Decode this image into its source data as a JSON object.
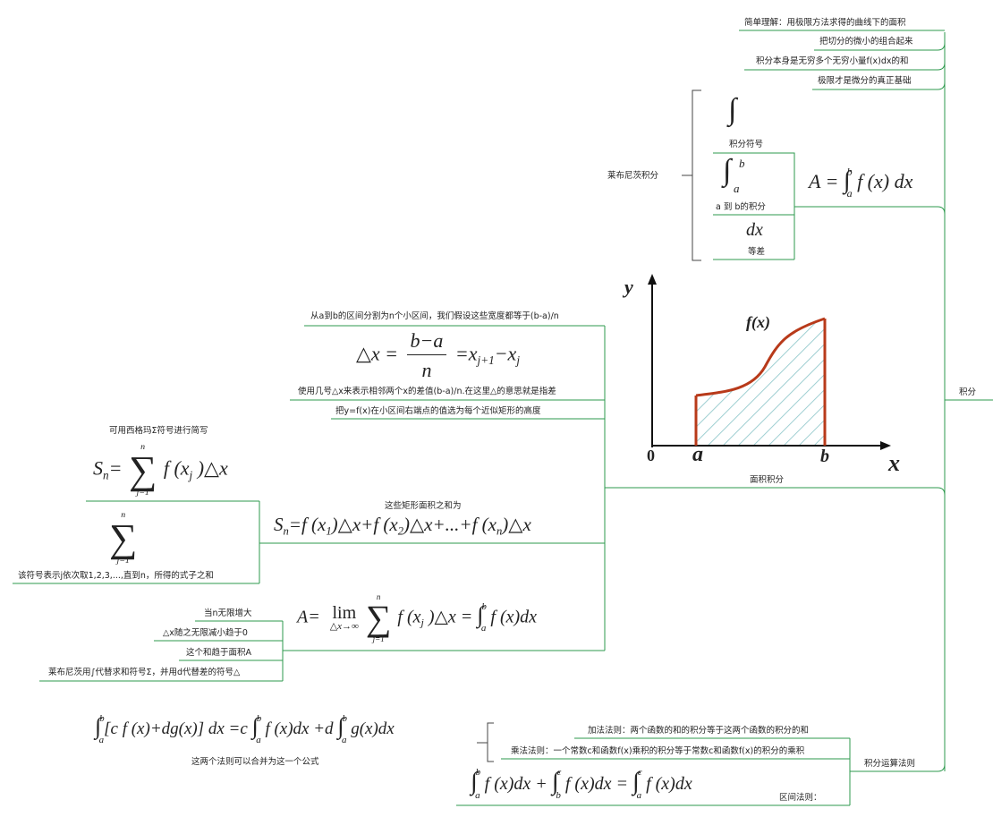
{
  "root": {
    "label": "积分"
  },
  "intro_notes": [
    "简单理解：用极限方法求得的曲线下的面积",
    "把切分的微小的组合起来",
    "积分本身是无穷多个无穷小量f(x)dx的和",
    "极限才是微分的真正基础"
  ],
  "leibniz": {
    "label": "莱布尼茨积分",
    "integral_sign_label": "积分符号",
    "a_to_b_label": "a 到 b的积分",
    "dx_label": "等差",
    "formula_A": "A = ∫ f(x) dx"
  },
  "area": {
    "label": "面积积分",
    "graph": {
      "y_axis": "y",
      "x_axis": "x",
      "origin": "0",
      "a": "a",
      "b": "b",
      "curve_label": "f(x)"
    },
    "notes": {
      "split": "从a到b的区间分割为n个小区间，我们假设这些宽度都等于(b-a)/n",
      "delta_x": "使用几号△x来表示相邻两个x的差值(b-a)/n.在这里△的意思就是指差",
      "height": "把y=f(x)在小区间右端点的值选为每个近似矩形的高度",
      "sum_title": "这些矩形面积之和为",
      "sigma_short": "可用西格玛Σ符号进行简写",
      "sigma_meaning": "该符号表示j依次取1,2,3,...,直到n，所得的式子之和",
      "n_grows": "当n无限增大",
      "dx_zero": "△x随之无限减小趋于0",
      "sum_to_area": "这个和趋于面积A",
      "leibniz_sub": "莱布尼茨用∫代替求和符号Σ，并用d代替差的符号△"
    }
  },
  "rules": {
    "label": "积分运算法则",
    "add": "加法法则：两个函数的和的积分等于这两个函数的积分的和",
    "mul": "乘法法则：一个常数c和函数f(x)乘积的积分等于常数c和函数f(x)的积分的乘积",
    "interval": "区间法则：",
    "combined_note": "这两个法则可以合并为这一个公式"
  },
  "colors": {
    "line": "#2e9a4e",
    "curve": "#b83a1a",
    "hatch": "#9fcfd2",
    "axis": "#111111"
  }
}
